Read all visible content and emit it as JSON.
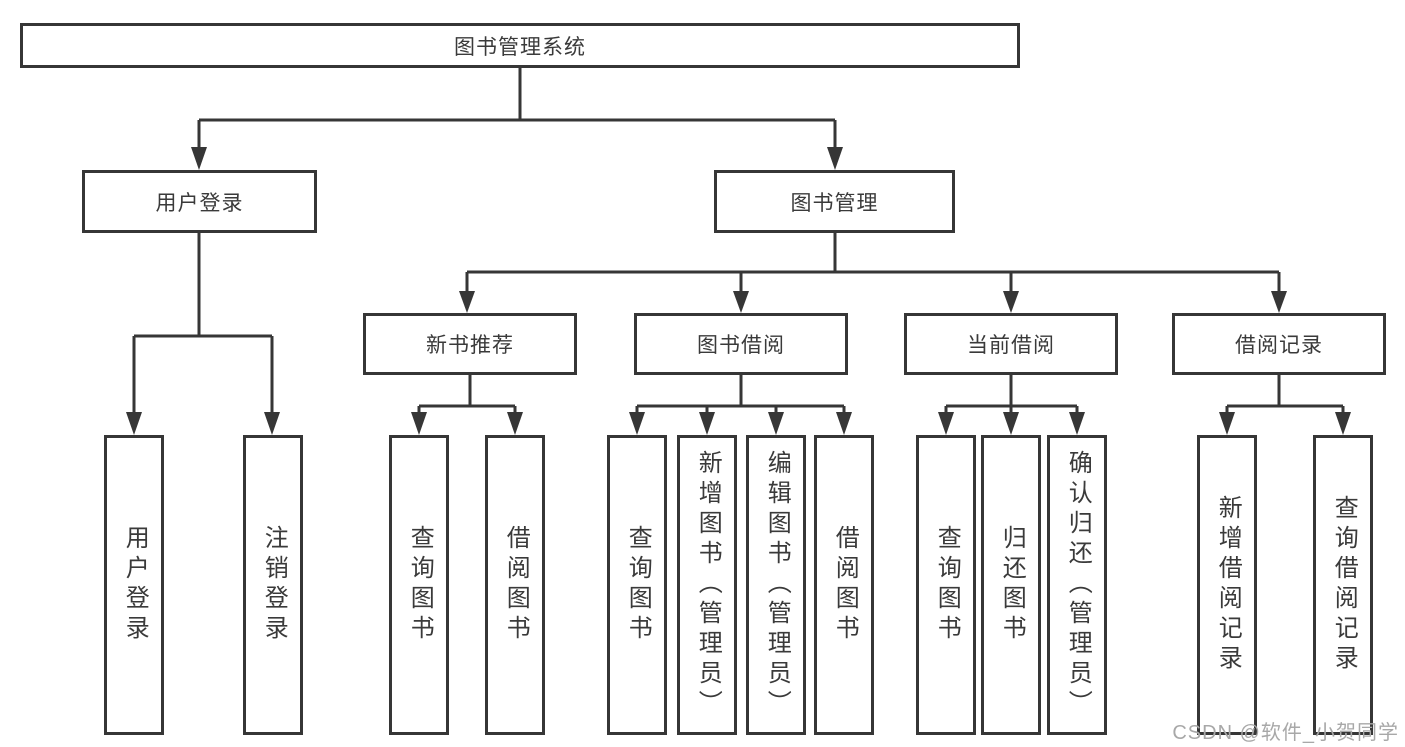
{
  "diagram": {
    "root": {
      "label": "图书管理系统"
    },
    "level2": {
      "user_login": {
        "label": "用户登录"
      },
      "book_management": {
        "label": "图书管理"
      }
    },
    "level3": {
      "new_book_recommend": {
        "label": "新书推荐"
      },
      "book_borrowing": {
        "label": "图书借阅"
      },
      "current_borrowing": {
        "label": "当前借阅"
      },
      "borrowing_records": {
        "label": "借阅记录"
      }
    },
    "leaves": {
      "user_login": {
        "label": "用户登录"
      },
      "logout_login": {
        "label": "注销登录"
      },
      "nbr_query_books": {
        "label": "查询图书"
      },
      "nbr_borrow_books": {
        "label": "借阅图书"
      },
      "bb_query_books": {
        "label": "查询图书"
      },
      "bb_add_books_admin": {
        "label": "新增图书（管理员）"
      },
      "bb_edit_books_admin": {
        "label": "编辑图书（管理员）"
      },
      "bb_borrow_books": {
        "label": "借阅图书"
      },
      "cb_query_books": {
        "label": "查询图书"
      },
      "cb_return_books": {
        "label": "归还图书"
      },
      "cb_confirm_return_admin": {
        "label": "确认归还（管理员）"
      },
      "br_add_record": {
        "label": "新增借阅记录"
      },
      "br_query_record": {
        "label": "查询借阅记录"
      }
    }
  },
  "watermark": {
    "text": "CSDN @软件_小贺同学"
  },
  "colors": {
    "line": "#363636",
    "text": "#3a3a3a",
    "background": "#ffffff",
    "watermark": "#a8a8a8"
  }
}
